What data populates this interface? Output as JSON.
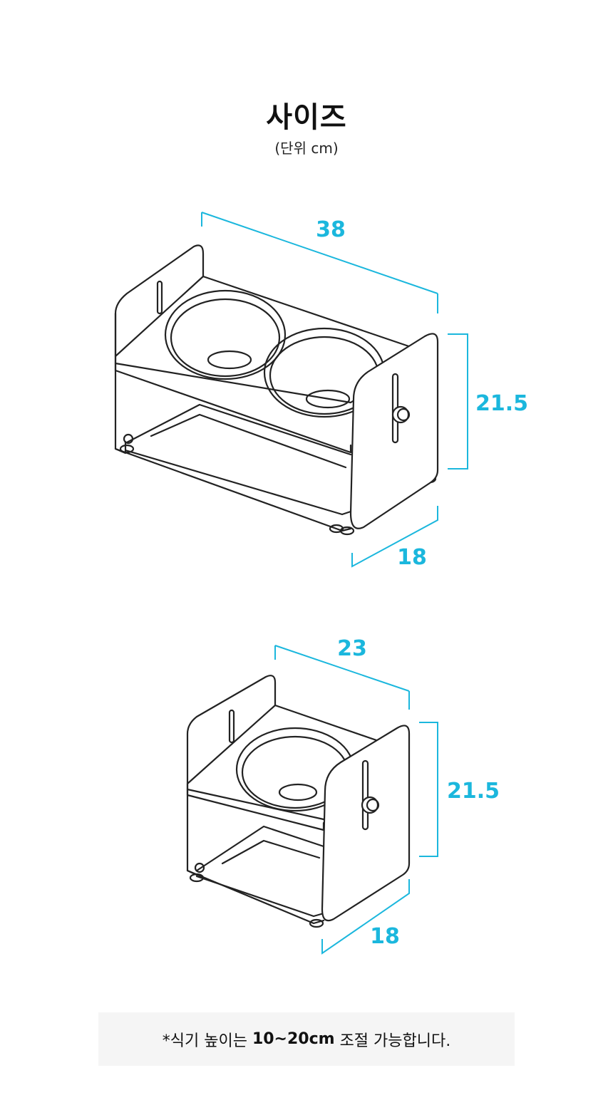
{
  "page": {
    "title": "사이즈",
    "unit_label": "(단위 cm)"
  },
  "product_large": {
    "name": "double-bowl-feeder",
    "dimensions": {
      "width": "38",
      "height": "21.5",
      "depth": "18"
    }
  },
  "product_small": {
    "name": "single-bowl-feeder",
    "dimensions": {
      "width": "23",
      "height": "21.5",
      "depth": "18"
    }
  },
  "note": {
    "prefix": "*식기 높이는 ",
    "highlight": "10~20cm",
    "suffix": " 조절 가능합니다."
  },
  "colors": {
    "dimension_accent": "#1bb7dd",
    "line_art": "#222222",
    "note_background": "#f5f5f5"
  }
}
